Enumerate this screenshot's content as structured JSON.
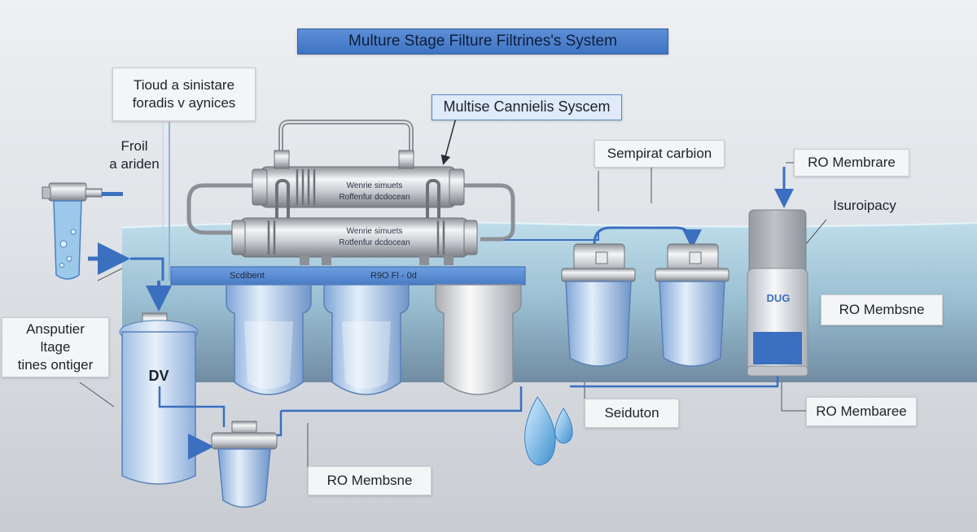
{
  "title": "Multure Stage Filture Filtrines's System",
  "labels": {
    "tioud": "Tioud a sinistare\nforadis v aynices",
    "froil": "Froil\na ariden",
    "multise": "Multise Cannielis Syscem",
    "sempirat": "Sempirat carbion",
    "ro_membrare": "RO Membrare",
    "isuroipacy": "Isuroipacy",
    "ro_membsne_right": "RO Membsne",
    "ansputier": "Ansputier ltage\ntines ontiger",
    "seiduton": "Seiduton",
    "ro_membaree": "RO Membaree",
    "ro_membsne_bottom": "RO Membsne"
  },
  "bar": {
    "left_text": "Scdibent",
    "mid_text": "R9O Fl - 0d"
  },
  "housings": {
    "top_text_1": "Wenrie simuets",
    "top_text_2": "Roffenfur dcdocean",
    "bot_text_1": "Wenrie simuets",
    "bot_text_2": "Rotfenfur dcdocean"
  },
  "tank": {
    "label": "DV"
  },
  "cartridge": {
    "label": "DUG"
  },
  "colors": {
    "water": "#a9d3e6",
    "pipe": "#3b6fc0",
    "bar": "#5b8fd6",
    "canister": "#bcd8f2"
  }
}
